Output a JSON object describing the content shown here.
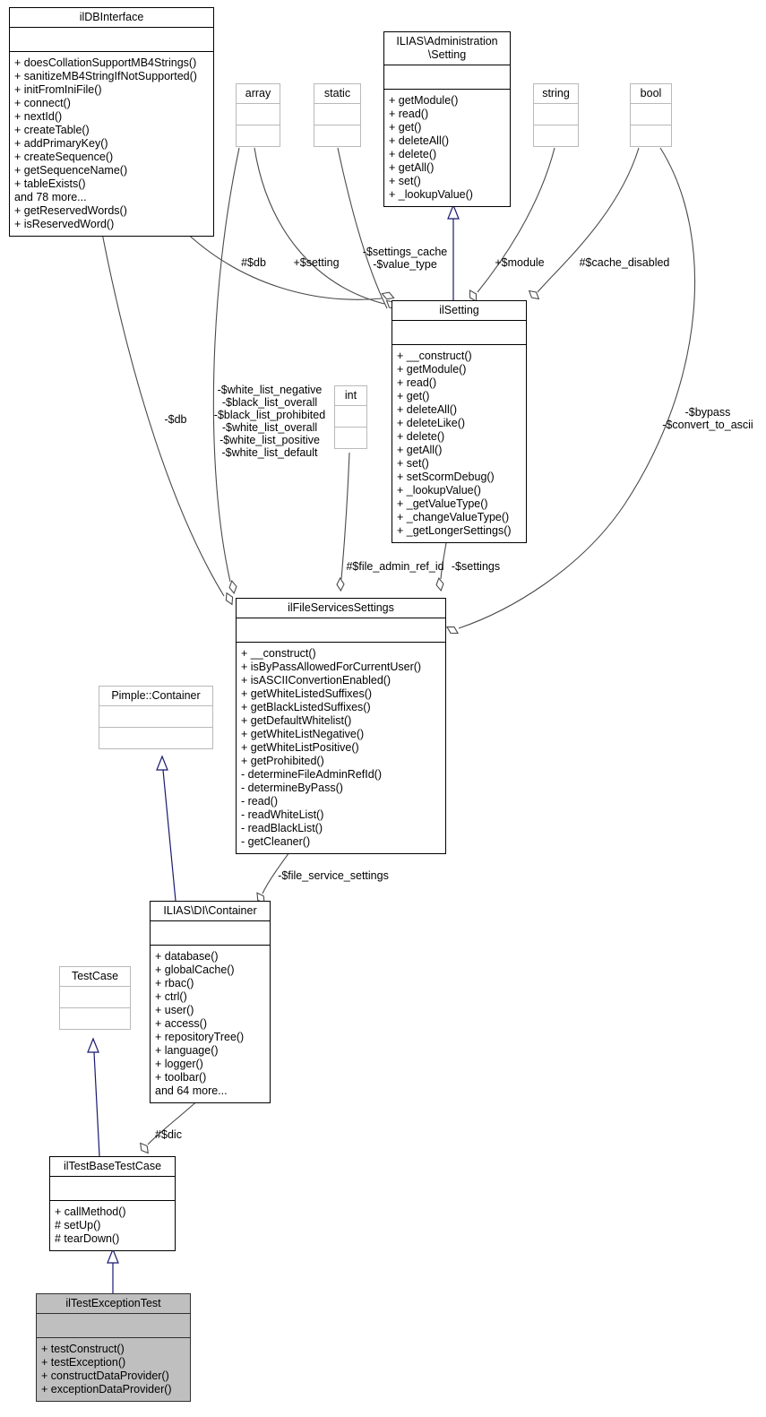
{
  "classes": [
    {
      "name": "ilDBInterface",
      "members": [
        "+ doesCollationSupportMB4Strings()",
        "+ sanitizeMB4StringIfNotSupported()",
        "+ initFromIniFile()",
        "+ connect()",
        "+ nextId()",
        "+ createTable()",
        "+ addPrimaryKey()",
        "+ createSequence()",
        "+ getSequenceName()",
        "+ tableExists()",
        "and 78 more...",
        "+ getReservedWords()",
        "+ isReservedWord()"
      ]
    },
    {
      "name": "ILIAS\\Administration\n\\Setting",
      "members": [
        "+ getModule()",
        "+ read()",
        "+ get()",
        "+ deleteAll()",
        "+ delete()",
        "+ getAll()",
        "+ set()",
        "+ _lookupValue()"
      ]
    },
    {
      "name": "array",
      "members": []
    },
    {
      "name": "static",
      "members": []
    },
    {
      "name": "string",
      "members": []
    },
    {
      "name": "bool",
      "members": []
    },
    {
      "name": "ilSetting",
      "members": [
        "+ __construct()",
        "+ getModule()",
        "+ read()",
        "+ get()",
        "+ deleteAll()",
        "+ deleteLike()",
        "+ delete()",
        "+ getAll()",
        "+ set()",
        "+ setScormDebug()",
        "+ _lookupValue()",
        "+ _getValueType()",
        "+ _changeValueType()",
        "+ _getLongerSettings()"
      ]
    },
    {
      "name": "int",
      "members": []
    },
    {
      "name": "ilFileServicesSettings",
      "members": [
        "+ __construct()",
        "+ isByPassAllowedForCurrentUser()",
        "+ isASCIIConvertionEnabled()",
        "+ getWhiteListedSuffixes()",
        "+ getBlackListedSuffixes()",
        "+ getDefaultWhitelist()",
        "+ getWhiteListNegative()",
        "+ getWhiteListPositive()",
        "+ getProhibited()",
        "- determineFileAdminRefId()",
        "- determineByPass()",
        "- read()",
        "- readWhiteList()",
        "- readBlackList()",
        "- getCleaner()"
      ]
    },
    {
      "name": "Pimple::Container",
      "members": []
    },
    {
      "name": "ILIAS\\DI\\Container",
      "members": [
        "+ database()",
        "+ globalCache()",
        "+ rbac()",
        "+ ctrl()",
        "+ user()",
        "+ access()",
        "+ repositoryTree()",
        "+ language()",
        "+ logger()",
        "+ toolbar()",
        "and 64 more..."
      ]
    },
    {
      "name": "TestCase",
      "members": []
    },
    {
      "name": "ilTestBaseTestCase",
      "members": [
        "+ callMethod()",
        "# setUp()",
        "# tearDown()"
      ]
    },
    {
      "name": "ilTestExceptionTest",
      "members": [
        "+ testConstruct()",
        "+ testException()",
        "+ constructDataProvider()",
        "+ exceptionDataProvider()"
      ]
    }
  ],
  "relations": [
    {
      "source": "ilDBInterface",
      "target": "ilSetting",
      "type": "aggregation",
      "label": "#$db"
    },
    {
      "source": "array",
      "target": "ilSetting",
      "type": "aggregation",
      "label": "+$setting"
    },
    {
      "source": "static",
      "target": "ilSetting",
      "type": "aggregation",
      "label": "-$settings_cache\n-$value_type"
    },
    {
      "source": "string",
      "target": "ilSetting",
      "type": "aggregation",
      "label": "+$module"
    },
    {
      "source": "bool",
      "target": "ilSetting",
      "type": "aggregation",
      "label": "#$cache_disabled"
    },
    {
      "source": "ilSetting",
      "target": "ILIAS\\Administration\\Setting",
      "type": "inheritance",
      "label": ""
    },
    {
      "source": "ilDBInterface",
      "target": "ilFileServicesSettings",
      "type": "aggregation",
      "label": "-$db"
    },
    {
      "source": "array",
      "target": "ilFileServicesSettings",
      "type": "aggregation",
      "label": "-$white_list_negative\n-$black_list_overall\n-$black_list_prohibited\n-$white_list_overall\n-$white_list_positive\n-$white_list_default"
    },
    {
      "source": "int",
      "target": "ilFileServicesSettings",
      "type": "aggregation",
      "label": "#$file_admin_ref_id"
    },
    {
      "source": "ilSetting",
      "target": "ilFileServicesSettings",
      "type": "aggregation",
      "label": "-$settings"
    },
    {
      "source": "bool",
      "target": "ilFileServicesSettings",
      "type": "aggregation",
      "label": "-$bypass\n-$convert_to_ascii"
    },
    {
      "source": "ilFileServicesSettings",
      "target": "ILIAS\\DI\\Container",
      "type": "aggregation",
      "label": "-$file_service_settings"
    },
    {
      "source": "ILIAS\\DI\\Container",
      "target": "Pimple::Container",
      "type": "inheritance",
      "label": ""
    },
    {
      "source": "ILIAS\\DI\\Container",
      "target": "ilTestBaseTestCase",
      "type": "aggregation",
      "label": "#$dic"
    },
    {
      "source": "ilTestBaseTestCase",
      "target": "TestCase",
      "type": "inheritance",
      "label": ""
    },
    {
      "source": "ilTestExceptionTest",
      "target": "ilTestBaseTestCase",
      "type": "inheritance",
      "label": ""
    }
  ]
}
